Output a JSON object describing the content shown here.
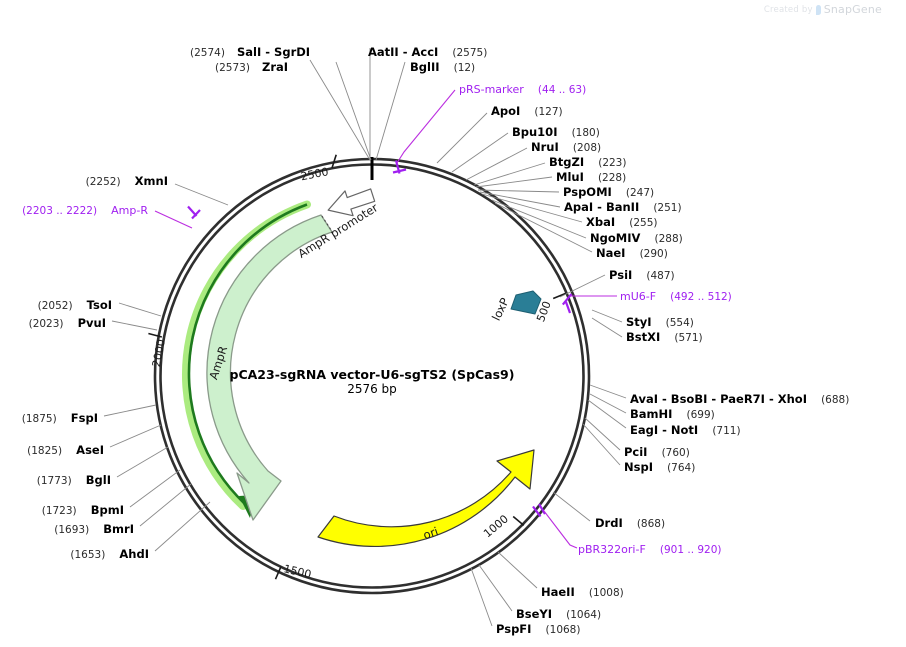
{
  "watermark": {
    "prefix": "Created by",
    "brand": "SnapGene"
  },
  "plasmid": {
    "name": "pCA23-sgRNA vector-U6-sgTS2 (SpCas9)",
    "length_label": "2576 bp",
    "length_bp": 2576,
    "tick_labels": [
      "500",
      "1000",
      "1500",
      "2000",
      "2500"
    ],
    "colors": {
      "backbone": "#2f2f2f",
      "ampr_fill": "#cdf0cd",
      "ampr_stroke": "#8a9a8a",
      "ampr_primer": "#1e7a1e",
      "ampr_primer_glow": "#9ce86a",
      "ori_fill": "#ffff00",
      "ori_stroke": "#333333",
      "loxp_fill": "#2a7e96",
      "primer_purple": "#a020f0",
      "leader": "#8a8a8a"
    }
  },
  "features": [
    {
      "name": "AmpR",
      "label": "AmpR",
      "type": "cds",
      "start": 1329,
      "end": 2189,
      "direction": "reverse"
    },
    {
      "name": "AmpR promoter",
      "label": "AmpR promoter",
      "type": "promoter",
      "start": 2190,
      "end": 2294,
      "direction": "reverse"
    },
    {
      "name": "ori",
      "label": "ori",
      "type": "rep_origin",
      "start": 1270,
      "end": 660,
      "direction": "forward"
    },
    {
      "name": "loxP",
      "label": "loxP",
      "type": "misc",
      "start": 430,
      "end": 463,
      "direction": "forward"
    }
  ],
  "primers": [
    {
      "label": "pRS-marker",
      "range": "(44 .. 63)",
      "start": 44,
      "end": 63
    },
    {
      "label": "mU6-F",
      "range": "(492 .. 512)",
      "start": 492,
      "end": 512
    },
    {
      "label": "pBR322ori-F",
      "range": "(901 .. 920)",
      "start": 901,
      "end": 920
    },
    {
      "label": "Amp-R",
      "range": "(2203 .. 2222)",
      "start": 2203,
      "end": 2222
    }
  ],
  "enzymes_top_left": [
    {
      "pos": "(2574)",
      "name": "SalI  -  SgrDI",
      "site": 2574
    },
    {
      "pos": "(2573)",
      "name": "ZraI",
      "site": 2573
    }
  ],
  "enzymes_top_right": [
    {
      "name": "AatII  -  AccI",
      "pos": "(2575)",
      "site": 2575
    },
    {
      "name": "BglII",
      "pos": "(12)",
      "site": 12
    }
  ],
  "enzymes_right": [
    {
      "name": "ApoI",
      "pos": "(127)",
      "site": 127
    },
    {
      "name": "Bpu10I",
      "pos": "(180)",
      "site": 180
    },
    {
      "name": "NruI",
      "pos": "(208)",
      "site": 208
    },
    {
      "name": "BtgZI",
      "pos": "(223)",
      "site": 223
    },
    {
      "name": "MluI",
      "pos": "(228)",
      "site": 228
    },
    {
      "name": "PspOMI",
      "pos": "(247)",
      "site": 247
    },
    {
      "name": "ApaI  -  BanII",
      "pos": "(251)",
      "site": 251
    },
    {
      "name": "XbaI",
      "pos": "(255)",
      "site": 255
    },
    {
      "name": "NgoMIV",
      "pos": "(288)",
      "site": 288
    },
    {
      "name": "NaeI",
      "pos": "(290)",
      "site": 290
    },
    {
      "name": "PsiI",
      "pos": "(487)",
      "site": 487
    },
    {
      "name": "StyI",
      "pos": "(554)",
      "site": 554
    },
    {
      "name": "BstXI",
      "pos": "(571)",
      "site": 571
    },
    {
      "name": "AvaI  -  BsoBI  -  PaeR7I  -  XhoI",
      "pos": "(688)",
      "site": 688
    },
    {
      "name": "BamHI",
      "pos": "(699)",
      "site": 699
    },
    {
      "name": "EagI  -  NotI",
      "pos": "(711)",
      "site": 711
    },
    {
      "name": "PciI",
      "pos": "(760)",
      "site": 760
    },
    {
      "name": "NspI",
      "pos": "(764)",
      "site": 764
    },
    {
      "name": "DrdI",
      "pos": "(868)",
      "site": 868
    }
  ],
  "enzymes_bottom": [
    {
      "name": "HaeII",
      "pos": "(1008)",
      "site": 1008
    },
    {
      "name": "BseYI",
      "pos": "(1064)",
      "site": 1064
    },
    {
      "name": "PspFI",
      "pos": "(1068)",
      "site": 1068
    }
  ],
  "enzymes_left": [
    {
      "pos": "(2252)",
      "name": "XmnI",
      "site": 2252
    },
    {
      "pos": "(2052)",
      "name": "TsoI",
      "site": 2052
    },
    {
      "pos": "(2023)",
      "name": "PvuI",
      "site": 2023
    },
    {
      "pos": "(1875)",
      "name": "FspI",
      "site": 1875
    },
    {
      "pos": "(1825)",
      "name": "AseI",
      "site": 1825
    },
    {
      "pos": "(1773)",
      "name": "BglI",
      "site": 1773
    },
    {
      "pos": "(1723)",
      "name": "BpmI",
      "site": 1723
    },
    {
      "pos": "(1693)",
      "name": "BmrI",
      "site": 1693
    },
    {
      "pos": "(1653)",
      "name": "AhdI",
      "site": 1653
    }
  ]
}
